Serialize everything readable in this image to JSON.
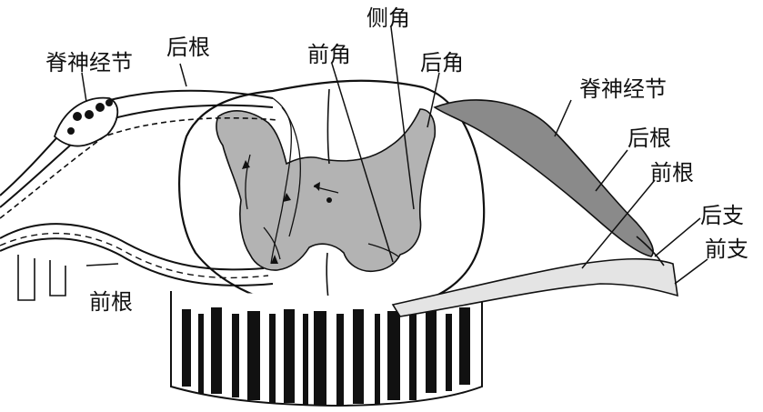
{
  "labels": {
    "left_ganglion": "脊神经节",
    "left_posterior_root": "后根",
    "left_anterior_root": "前根",
    "anterior_horn": "前角",
    "lateral_horn": "侧角",
    "posterior_horn": "后角",
    "right_ganglion": "脊神经节",
    "right_posterior_root": "后根",
    "right_anterior_root": "前根",
    "posterior_branch": "后支",
    "anterior_branch": "前支"
  },
  "colors": {
    "ink": "#111111",
    "gray_matter": "#b3b3b3",
    "ganglion": "#8a8a8a",
    "nerve_light": "#e4e4e4",
    "background": "#ffffff"
  }
}
